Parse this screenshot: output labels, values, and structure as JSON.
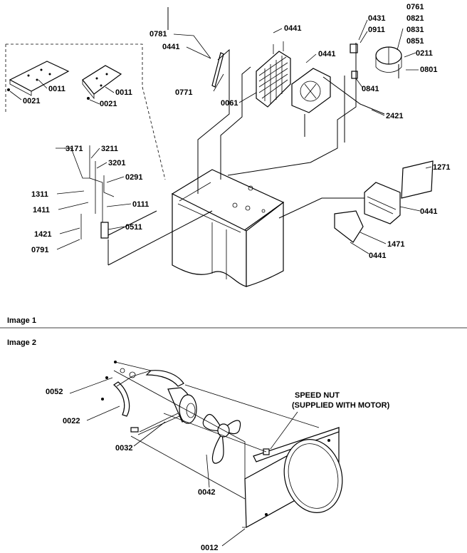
{
  "image1": {
    "caption": "Image 1",
    "labels": {
      "p0761": "0761",
      "p0821": "0821",
      "p0831": "0831",
      "p0851": "0851",
      "p0211": "0211",
      "p0431": "0431",
      "p0911": "0911",
      "p0441_top": "0441",
      "p0781": "0781",
      "p0441_left": "0441",
      "p0441_mid": "0441",
      "p0771": "0771",
      "p0061": "0061",
      "p0841": "0841",
      "p0801": "0801",
      "p2421": "2421",
      "p0011_a": "0011",
      "p0011_b": "0011",
      "p0021_a": "0021",
      "p0021_b": "0021",
      "p3171": "3171",
      "p3211": "3211",
      "p3201": "3201",
      "p0291": "0291",
      "p1311": "1311",
      "p1411": "1411",
      "p0111": "0111",
      "p1421": "1421",
      "p0511": "0511",
      "p0791": "0791",
      "p1271": "1271",
      "p0441_right": "0441",
      "p1471": "1471",
      "p0441_bottom": "0441"
    }
  },
  "image2": {
    "caption": "Image 2",
    "labels": {
      "p0052": "0052",
      "p0022": "0022",
      "p0032": "0032",
      "p0042": "0042",
      "p0012": "0012"
    },
    "note_line1": "SPEED NUT",
    "note_line2": "(SUPPLIED WITH MOTOR)"
  }
}
